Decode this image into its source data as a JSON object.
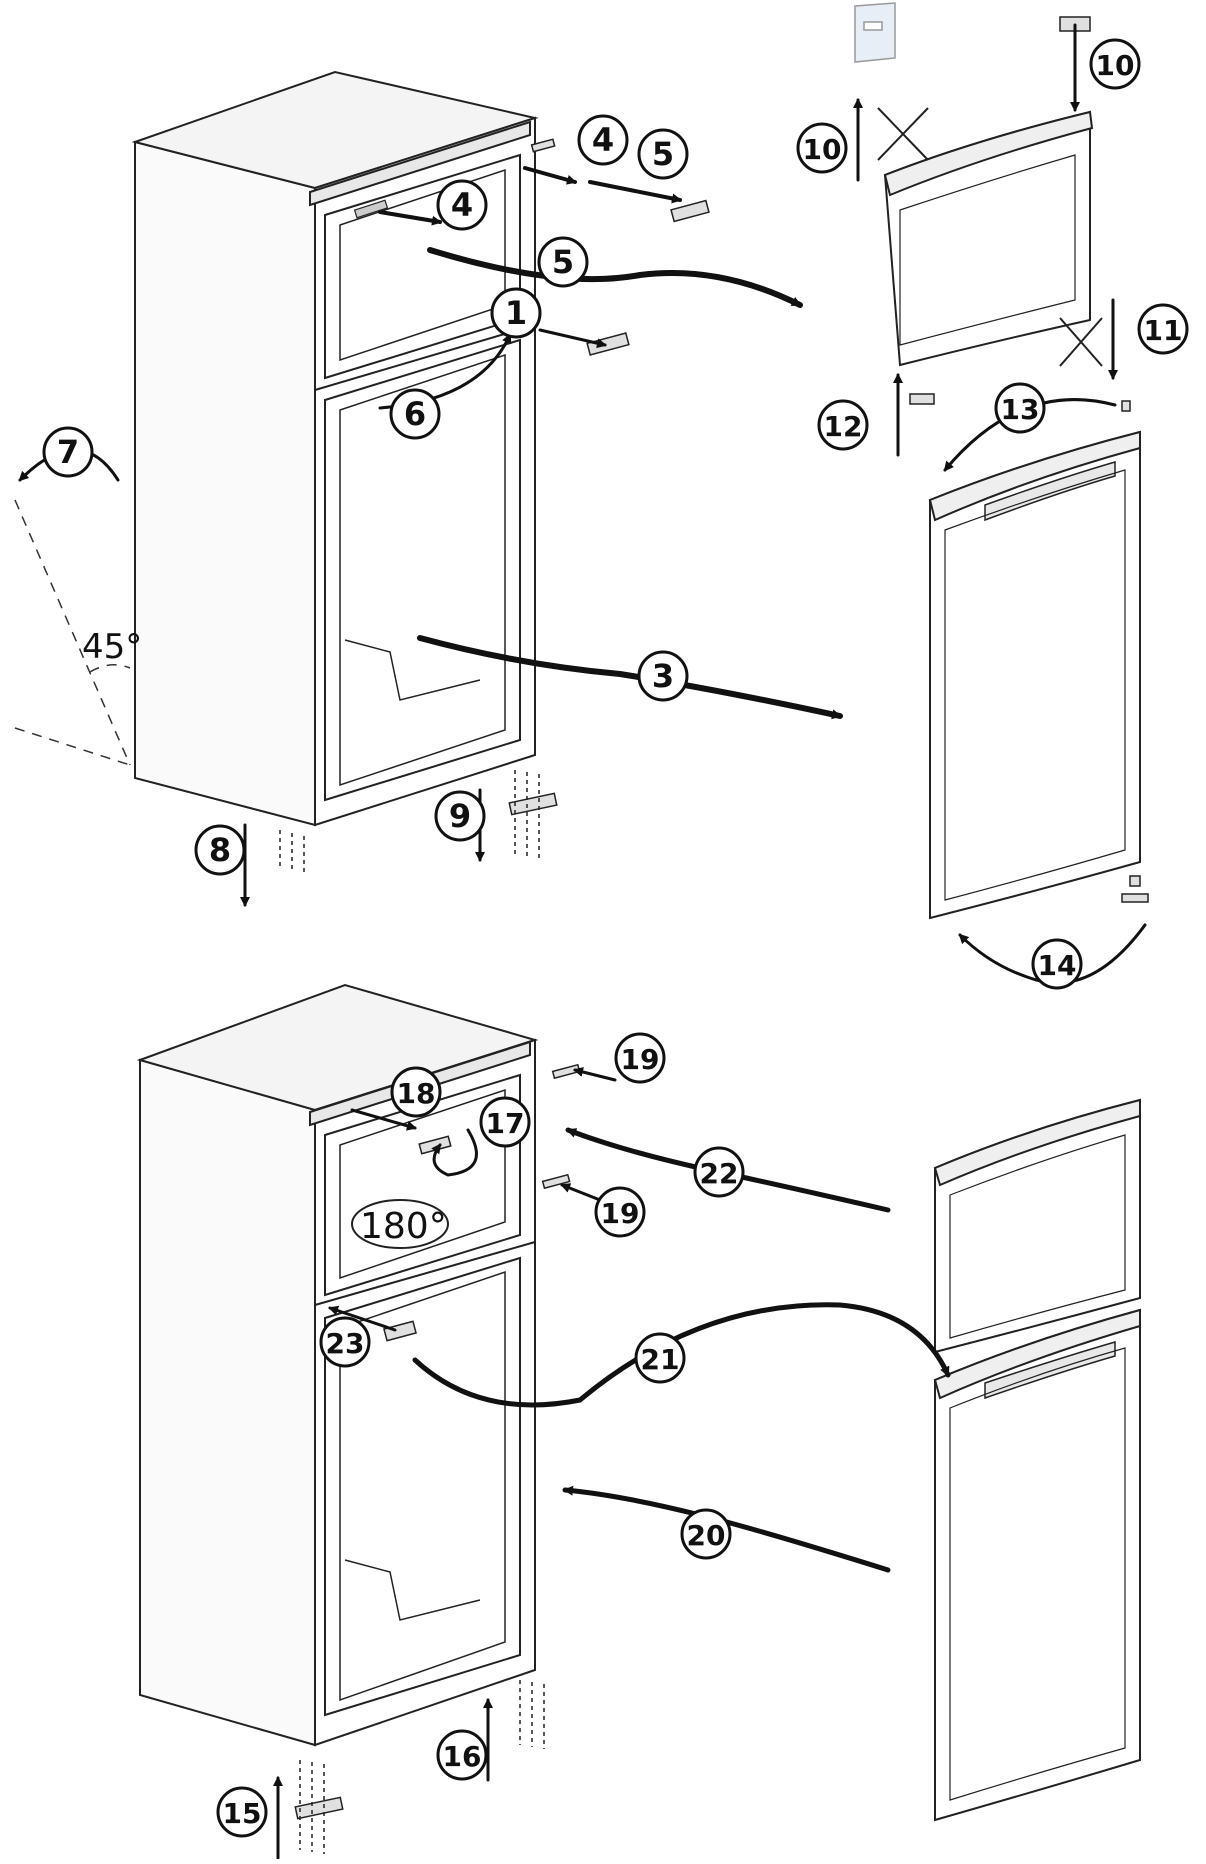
{
  "diagram": {
    "angle_label": "45°",
    "rotation_label": "180°",
    "callouts": [
      {
        "id": "c1",
        "text": "1"
      },
      {
        "id": "c3",
        "text": "3"
      },
      {
        "id": "c4a",
        "text": "4"
      },
      {
        "id": "c4b",
        "text": "4"
      },
      {
        "id": "c5a",
        "text": "5"
      },
      {
        "id": "c5b",
        "text": "5"
      },
      {
        "id": "c6",
        "text": "6"
      },
      {
        "id": "c7",
        "text": "7"
      },
      {
        "id": "c8",
        "text": "8"
      },
      {
        "id": "c9",
        "text": "9"
      },
      {
        "id": "c10a",
        "text": "10"
      },
      {
        "id": "c10b",
        "text": "10"
      },
      {
        "id": "c11",
        "text": "11"
      },
      {
        "id": "c12",
        "text": "12"
      },
      {
        "id": "c13",
        "text": "13"
      },
      {
        "id": "c14",
        "text": "14"
      },
      {
        "id": "c15",
        "text": "15"
      },
      {
        "id": "c16",
        "text": "16"
      },
      {
        "id": "c17",
        "text": "17"
      },
      {
        "id": "c18",
        "text": "18"
      },
      {
        "id": "c19a",
        "text": "19"
      },
      {
        "id": "c19b",
        "text": "19"
      },
      {
        "id": "c20",
        "text": "20"
      },
      {
        "id": "c21",
        "text": "21"
      },
      {
        "id": "c22",
        "text": "22"
      },
      {
        "id": "c23",
        "text": "23"
      }
    ]
  }
}
